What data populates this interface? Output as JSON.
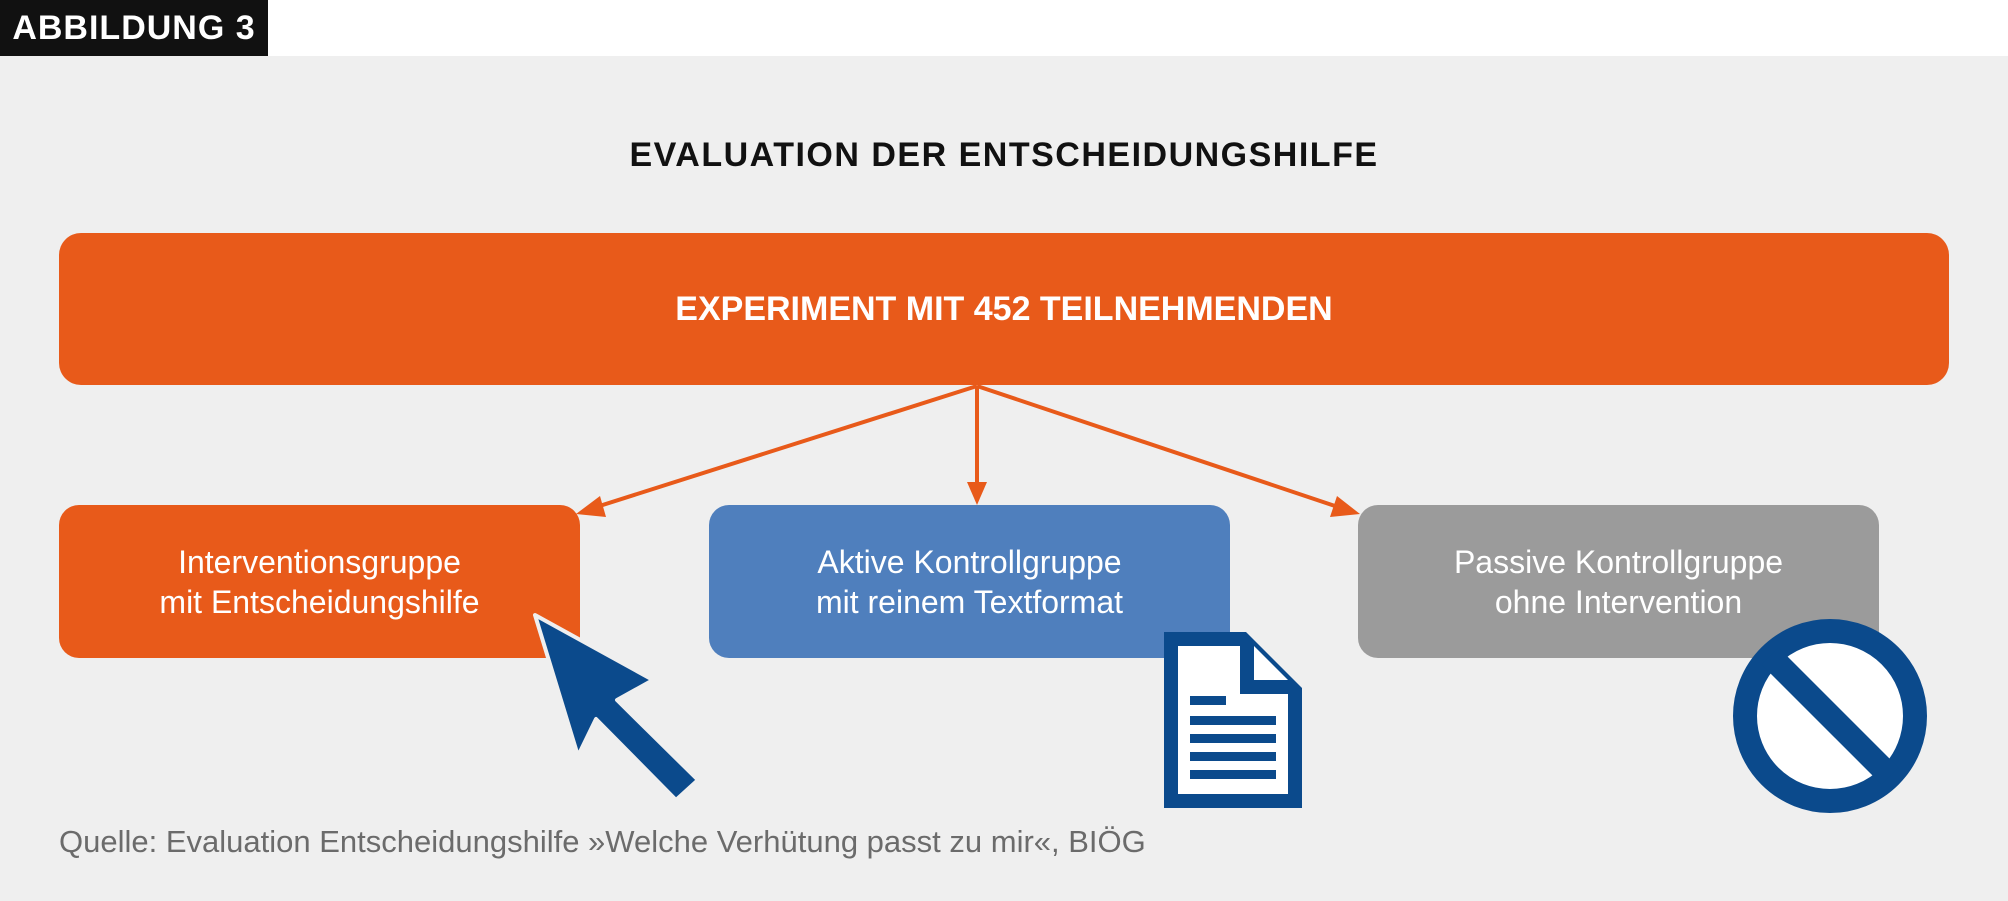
{
  "figure_tag": "ABBILDUNG 3",
  "title": "EVALUATION DER ENTSCHEIDUNGSHILFE",
  "top_box": "EXPERIMENT MIT 452 TEILNEHMENDEN",
  "groups": [
    {
      "line1": "Interventionsgruppe",
      "line2": "mit Entscheidungshilfe",
      "icon": "cursor-arrow-icon",
      "color": "#e85a1a"
    },
    {
      "line1": "Aktive Kontrollgruppe",
      "line2": "mit reinem Textformat",
      "icon": "document-icon",
      "color": "#4f7fbd"
    },
    {
      "line1": "Passive Kontrollgruppe",
      "line2": "ohne Intervention",
      "icon": "prohibition-icon",
      "color": "#9b9b9b"
    }
  ],
  "source": "Quelle: Evaluation Entscheidungshilfe »Welche Verhütung passt zu mir«, BIÖG",
  "colors": {
    "accent": "#e85a1a",
    "icon_blue": "#0b4a8c",
    "background": "#efefef"
  }
}
